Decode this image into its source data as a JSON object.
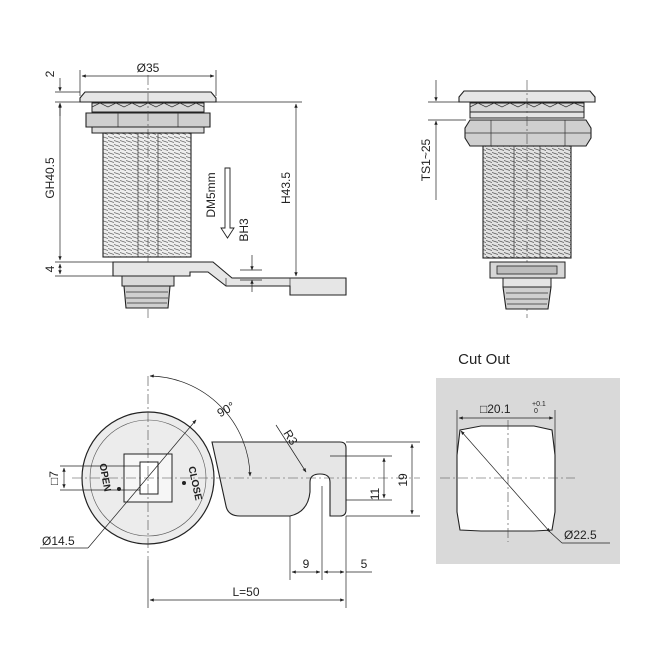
{
  "front_view": {
    "dim_flange_dia": "Ø35",
    "dim_flange_thickness": "2",
    "dim_grip_height": "GH40.5",
    "dim_total_height": "H43.5",
    "dim_cam_thickness": "4",
    "dim_bolt_height": "BH3",
    "dim_cam_travel": "DM5mm"
  },
  "side_view": {
    "dim_panel_thickness": "TS1~25"
  },
  "cam_view": {
    "dim_angle": "90°",
    "dim_radius": "R3",
    "dim_key_slot": "□7",
    "dim_face_dia": "Ø14.5",
    "dim_slot_width": "11",
    "dim_cam_width": "19",
    "dim_slot_depth": "9",
    "dim_slot_offset": "5",
    "dim_length": "L=50",
    "label_open": "OPEN",
    "label_close": "CLOSE"
  },
  "cutout": {
    "title": "Cut Out",
    "dim_flat_value": "□20.1",
    "tol_upper": "+0.1",
    "tol_lower": "0",
    "dim_dia": "Ø22.5"
  },
  "colors": {
    "line": "#222222",
    "part_fill": "#e6e6e6",
    "cutout_bg": "#d9d9d9"
  }
}
